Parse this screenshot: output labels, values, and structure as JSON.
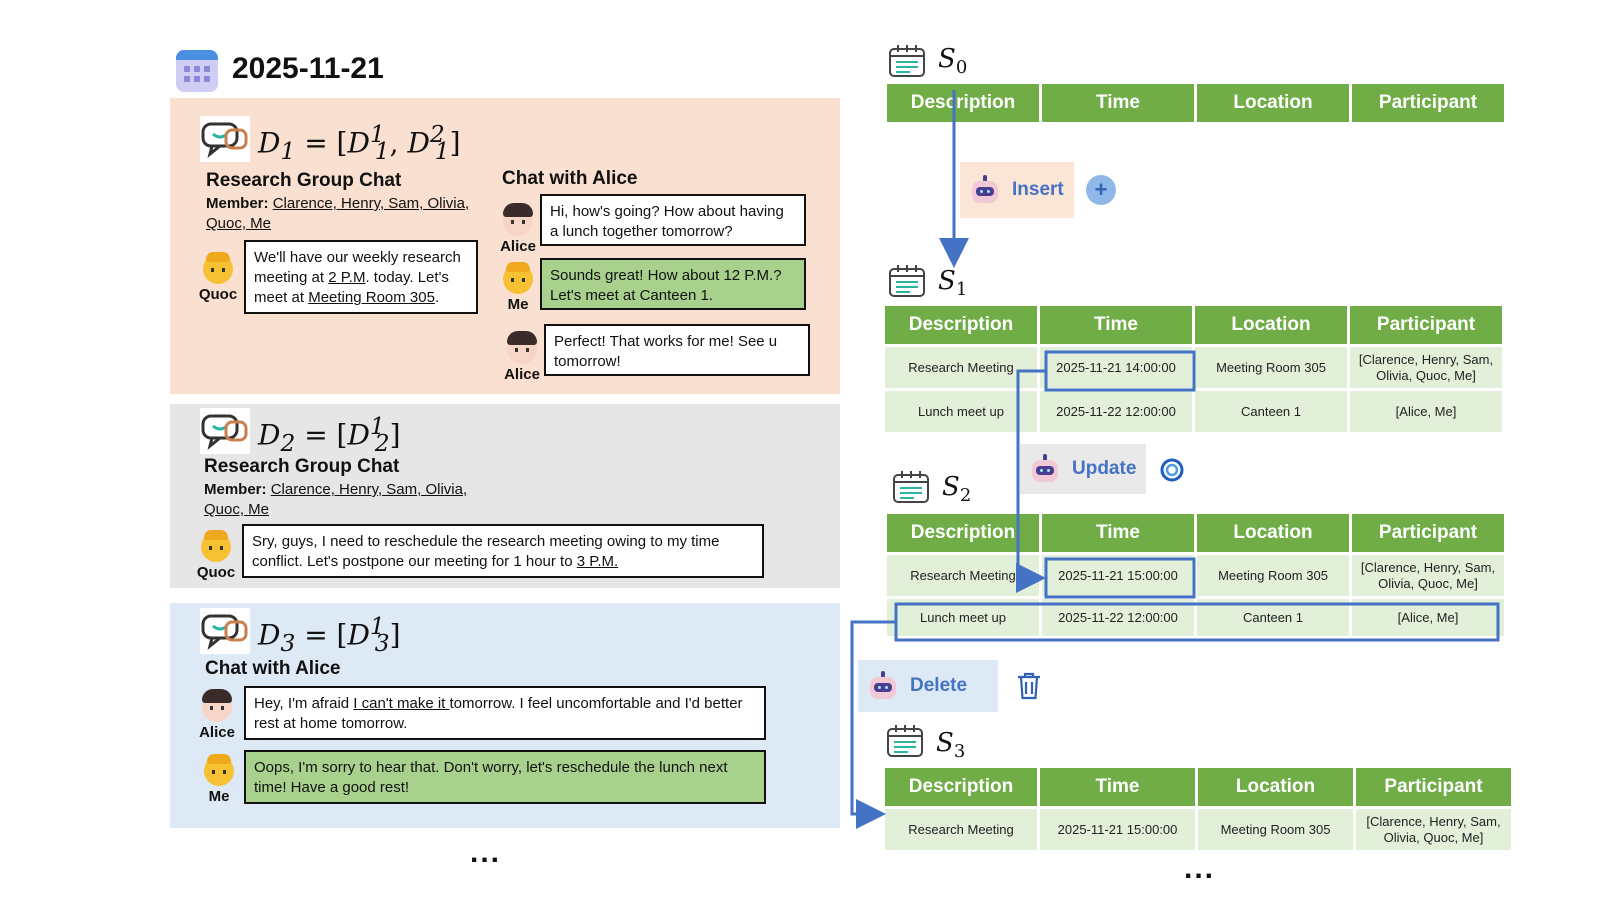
{
  "date": "2025-11-21",
  "dialogues": [
    {
      "label_main": "D",
      "label_sub": "1",
      "label_rest_open": " = [D",
      "label_parts": [
        {
          "sup": "1",
          "sub": "1"
        },
        {
          "sup": "2",
          "sub": "1"
        }
      ],
      "chats": [
        {
          "title": "Research Group Chat",
          "member_label": "Member:",
          "members": "Clarence, Henry, Sam, Olivia,",
          "members_line2": "Quoc, Me",
          "messages": [
            {
              "speaker": "Quoc",
              "parts": [
                "We'll have our weekly research meeting at ",
                "2 P.M",
                ". today. Let's meet at ",
                "Meeting Room 305",
                "."
              ]
            }
          ]
        },
        {
          "title": "Chat with Alice",
          "messages": [
            {
              "speaker": "Alice",
              "text": "Hi, how's going? How about having a lunch together tomorrow?"
            },
            {
              "speaker": "Me",
              "text": "Sounds great! How about 12 P.M.? Let's meet at Canteen 1."
            },
            {
              "speaker": "Alice",
              "text": "Perfect! That works for me! See u tomorrow!"
            }
          ]
        }
      ]
    },
    {
      "label_main": "D",
      "label_sub": "2",
      "label_part": {
        "sup": "1",
        "sub": "2"
      },
      "chats": [
        {
          "title": "Research Group Chat",
          "member_label": "Member:",
          "members": "Clarence, Henry, Sam, Olivia,",
          "members_line2": "Quoc, Me",
          "messages": [
            {
              "speaker": "Quoc",
              "parts": [
                "Sry, guys, I need to reschedule the research meeting owing to my time conflict. Let's postpone our meeting for 1 hour to ",
                "3 P.M."
              ]
            }
          ]
        }
      ]
    },
    {
      "label_main": "D",
      "label_sub": "3",
      "label_part": {
        "sup": "1",
        "sub": "3"
      },
      "chats": [
        {
          "title": "Chat with Alice",
          "messages": [
            {
              "speaker": "Alice",
              "parts": [
                "Hey, I'm afraid ",
                "I can't make it ",
                "tomorrow. I feel uncomfortable and I'd better rest at home tomorrow."
              ]
            },
            {
              "speaker": "Me",
              "text": "Oops, I'm sorry to hear that. Don't worry, let's reschedule the lunch next time! Have a good rest!"
            }
          ]
        }
      ]
    }
  ],
  "ellipsis": "...",
  "table_headers": [
    "Description",
    "Time",
    "Location",
    "Participant"
  ],
  "states": [
    {
      "label": "S",
      "sub": "0",
      "rows": []
    },
    {
      "label": "S",
      "sub": "1",
      "rows": [
        [
          "Research Meeting",
          "2025-11-21 14:00:00",
          "Meeting Room 305",
          "[Clarence, Henry, Sam, Olivia, Quoc, Me]"
        ],
        [
          "Lunch meet up",
          "2025-11-22 12:00:00",
          "Canteen 1",
          "[Alice, Me]"
        ]
      ]
    },
    {
      "label": "S",
      "sub": "2",
      "rows": [
        [
          "Research Meeting",
          "2025-11-21 15:00:00",
          "Meeting Room 305",
          "[Clarence, Henry, Sam, Olivia, Quoc, Me]"
        ],
        [
          "Lunch meet up",
          "2025-11-22 12:00:00",
          "Canteen 1",
          "[Alice, Me]"
        ]
      ]
    },
    {
      "label": "S",
      "sub": "3",
      "rows": [
        [
          "Research Meeting",
          "2025-11-21 15:00:00",
          "Meeting Room 305",
          "[Clarence, Henry, Sam, Olivia, Quoc, Me]"
        ]
      ]
    }
  ],
  "actions": {
    "insert": "Insert",
    "update": "Update",
    "delete": "Delete"
  },
  "colors": {
    "header_green": "#70ad47",
    "row_green": "#e2efd9",
    "me_bubble": "#a9d18e",
    "arrow_blue": "#4472c4",
    "panel1": "#f9e0d0",
    "panel2": "#e6e6e6",
    "panel3": "#dde9f5"
  }
}
